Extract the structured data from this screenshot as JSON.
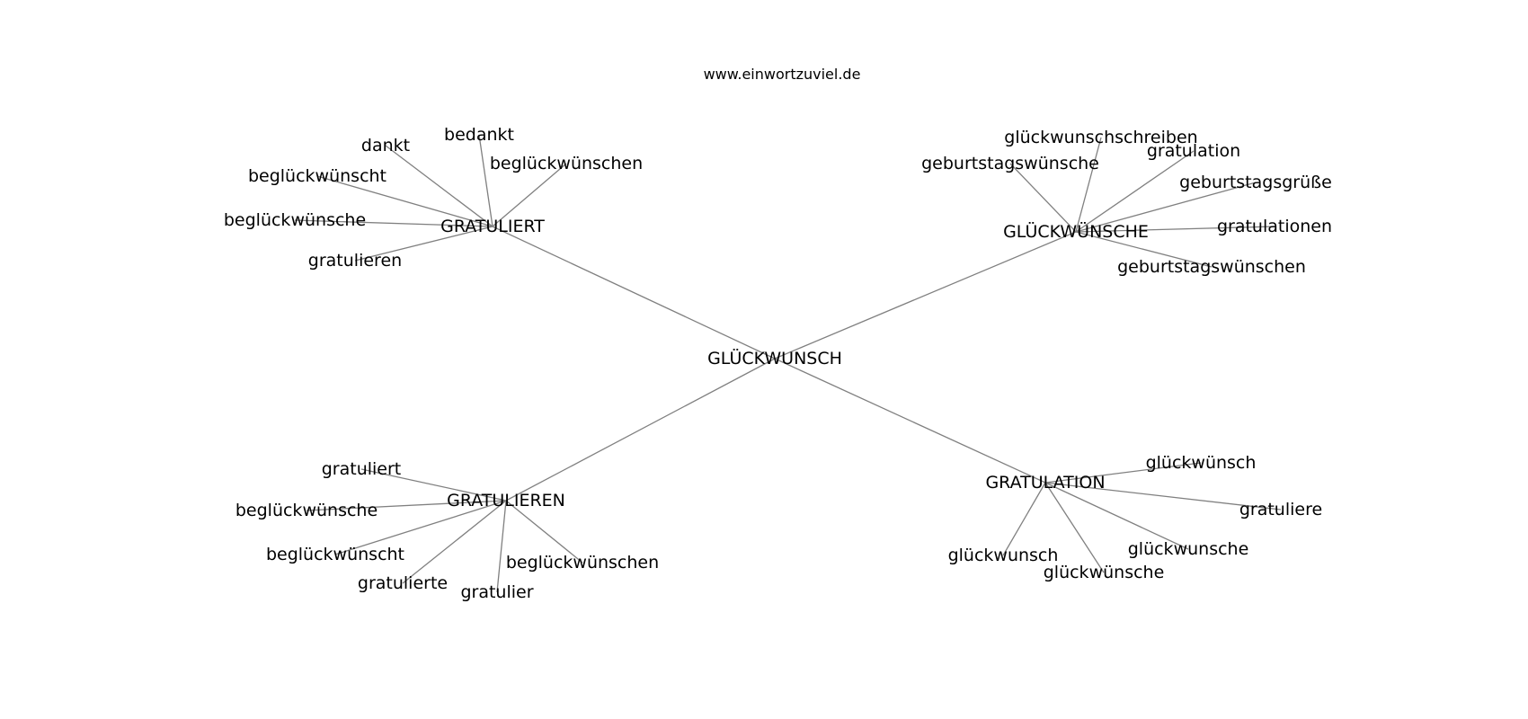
{
  "source": "www.einwortzuviel.de",
  "root": "GLÜCKWUNSCH",
  "clusters": [
    {
      "hub": "GRATULIERT",
      "words": [
        "dankt",
        "bedankt",
        "beglückwünschen",
        "beglückwünscht",
        "beglückwünsche",
        "gratulieren"
      ]
    },
    {
      "hub": "GLÜCKWÜNSCHE",
      "words": [
        "glückwunschschreiben",
        "gratulation",
        "geburtstagswünsche",
        "geburtstagsgrüße",
        "gratulationen",
        "geburtstagswünschen"
      ]
    },
    {
      "hub": "GRATULIEREN",
      "words": [
        "gratuliert",
        "beglückwünsche",
        "beglückwünscht",
        "gratulierte",
        "gratulier",
        "beglückwünschen"
      ]
    },
    {
      "hub": "GRATULATION",
      "words": [
        "glückwünsch",
        "gratuliere",
        "glückwunsche",
        "glückwünsche",
        "glückwunsch"
      ]
    }
  ]
}
